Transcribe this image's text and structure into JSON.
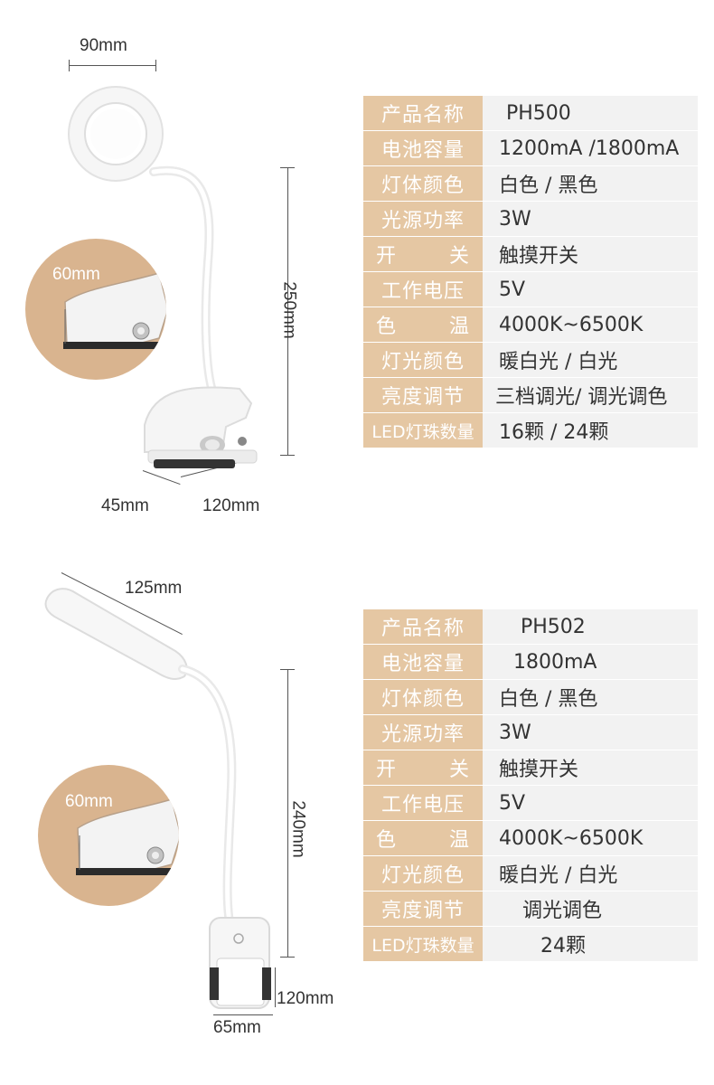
{
  "products": [
    {
      "dims": {
        "width": "90mm",
        "height": "250mm",
        "clip": "60mm",
        "depth": "45mm",
        "base": "120mm"
      },
      "specs": [
        {
          "label": "产品名称",
          "value": "PH500"
        },
        {
          "label": "电池容量",
          "value": "1200mA /1800mA"
        },
        {
          "label": "灯体颜色",
          "value": "白色 / 黑色"
        },
        {
          "label": "光源功率",
          "value": "3W"
        },
        {
          "label": "开关",
          "label_a": "开",
          "label_b": "关",
          "value": "触摸开关"
        },
        {
          "label": "工作电压",
          "value": "5V"
        },
        {
          "label": "色温",
          "label_a": "色",
          "label_b": "温",
          "value": "4000K~6500K"
        },
        {
          "label": "灯光颜色",
          "value": "暖白光 / 白光"
        },
        {
          "label": "亮度调节",
          "value": "三档调光/ 调光调色"
        },
        {
          "label": "LED灯珠数量",
          "value": "16颗 / 24颗"
        }
      ]
    },
    {
      "dims": {
        "width": "125mm",
        "height": "240mm",
        "clip": "60mm",
        "depth": "120mm",
        "base": "65mm"
      },
      "specs": [
        {
          "label": "产品名称",
          "value": "PH502"
        },
        {
          "label": "电池容量",
          "value": "1800mA"
        },
        {
          "label": "灯体颜色",
          "value": "白色 / 黑色"
        },
        {
          "label": "光源功率",
          "value": "3W"
        },
        {
          "label": "开关",
          "label_a": "开",
          "label_b": "关",
          "value": "触摸开关"
        },
        {
          "label": "工作电压",
          "value": "5V"
        },
        {
          "label": "色温",
          "label_a": "色",
          "label_b": "温",
          "value": "4000K~6500K"
        },
        {
          "label": "灯光颜色",
          "value": "暖白光 / 白光"
        },
        {
          "label": "亮度调节",
          "value": "调光调色"
        },
        {
          "label": "LED灯珠数量",
          "value": "24颗"
        }
      ]
    }
  ],
  "colors": {
    "label_bg": "#e5c7a3",
    "value_bg": "#f2f2f2",
    "circle_bg": "#d9b48f"
  }
}
